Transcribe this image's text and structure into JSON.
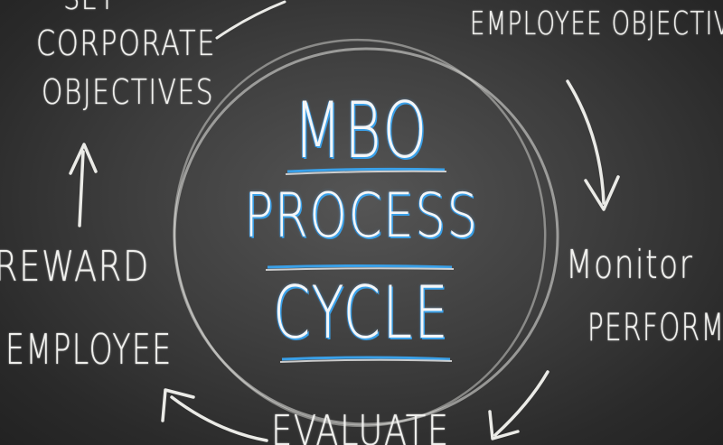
{
  "title": {
    "line1": "MBO",
    "line2": "Process",
    "line3": "Cycle"
  },
  "steps": {
    "set_corporate_line1": "Set",
    "set_corporate_line2": "Corporate",
    "set_corporate_line3": "Objectives",
    "employee_objectives": "Employee Objectives",
    "monitor_line1": "Monitor",
    "monitor_line2": "Performance",
    "evaluate": "Evaluate",
    "reward_line1": "Reward",
    "reward_line2": "Employee"
  },
  "colors": {
    "chalkboard": "#3a3a3a",
    "chalk": "#f1f1ee",
    "accent_blue": "#3aa0e8"
  }
}
